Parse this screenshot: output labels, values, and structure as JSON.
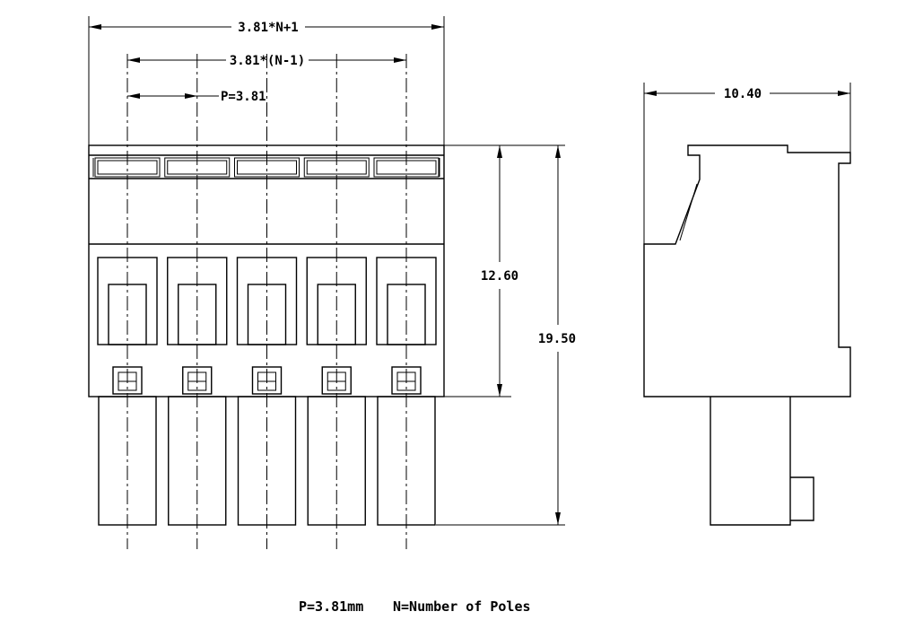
{
  "front_view": {
    "overall_width": "3.81*N+1",
    "span_width": "3.81*(N-1)",
    "pitch": "P=3.81",
    "housing_height": "12.60",
    "total_height": "19.50",
    "pole_count_shown": 5
  },
  "side_view": {
    "width": "10.40"
  },
  "notes": {
    "pitch_note": "P=3.81mm",
    "poles_note": "N=Number of Poles"
  }
}
